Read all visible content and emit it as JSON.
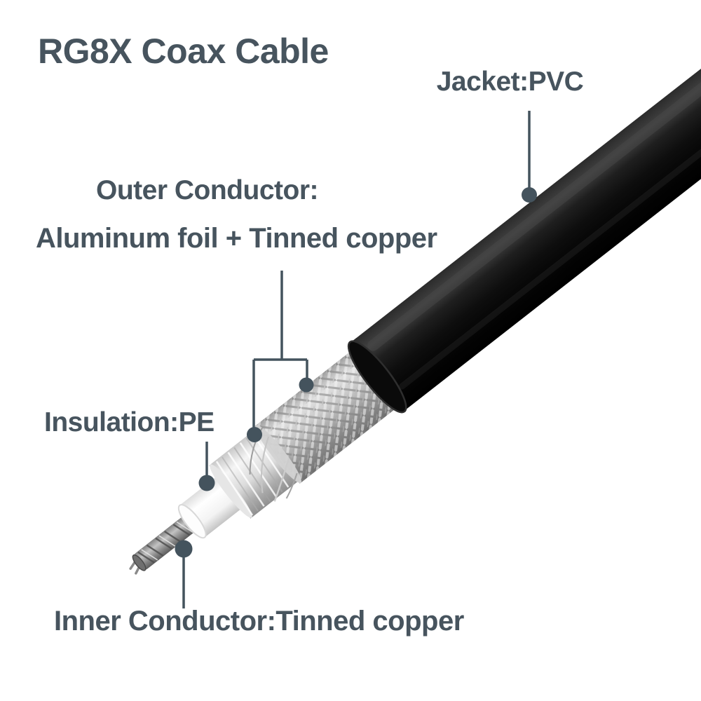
{
  "title": "RG8X Coax Cable",
  "labels": {
    "jacket": "Jacket:PVC",
    "outer_conductor_title": "Outer Conductor:",
    "outer_conductor_materials": "Aluminum foil + Tinned copper",
    "insulation": "Insulation:PE",
    "inner_conductor": "Inner Conductor:Tinned copper"
  },
  "diagram": {
    "type": "labeled-product-cutaway",
    "subject": "RG8X coaxial cable with layers stripped back",
    "parts": [
      {
        "name": "jacket",
        "material": "PVC",
        "appearance": "black outer sheath, upper-right diagonal"
      },
      {
        "name": "outer-conductor",
        "material": "Aluminum foil + Tinned copper",
        "appearance": "silver woven braid over foil wrap"
      },
      {
        "name": "insulation",
        "material": "PE",
        "appearance": "white dielectric cylinder"
      },
      {
        "name": "inner-conductor",
        "material": "Tinned copper",
        "appearance": "twisted bare strands at tip, lower-left"
      }
    ]
  },
  "colors": {
    "background": "#ffffff",
    "label_text": "#47545E",
    "leader_line": "#44535D",
    "jacket_black": "#0b0b0b",
    "braid_silver": "#c4c4c4",
    "foil_silver": "#e9e9e9",
    "insulation_white": "#ffffff",
    "conductor_gray": "#9a9a9a"
  }
}
